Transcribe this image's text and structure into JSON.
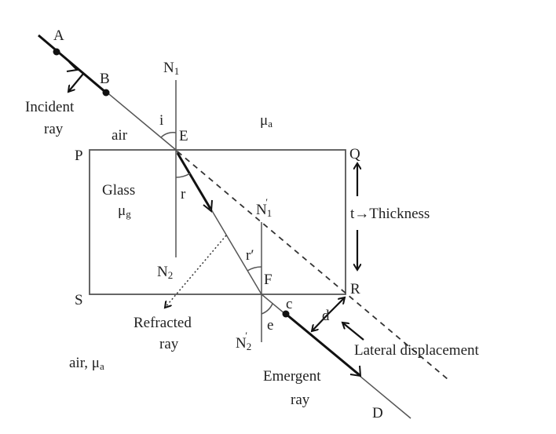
{
  "labels": {
    "A": "A",
    "B": "B",
    "N1": "N",
    "N1_sub": "1",
    "incident_ray": [
      "Incident",
      "ray"
    ],
    "i": "i",
    "air": "air",
    "E": "E",
    "mu_a": "μ",
    "mu_a_sub": "a",
    "P": "P",
    "Q": "Q",
    "R": "R",
    "S": "S",
    "glass": "Glass",
    "mu_g": "μ",
    "mu_g_sub": "g",
    "r": "r",
    "N1_prime": "N",
    "N1_prime_sub": "1",
    "prime": "′",
    "thickness": "t→Thickness",
    "r_prime": "r′",
    "N2": "N",
    "N2_sub": "2",
    "F": "F",
    "refracted_ray": [
      "Refracted",
      "ray"
    ],
    "N2_prime": "N",
    "N2_prime_sub": "2",
    "e": "e",
    "c": "c",
    "d": "d",
    "lateral_displacement": "Lateral displacement",
    "air_bottom": "air, μ",
    "air_bottom_sub": "a",
    "emergent_ray": [
      "Emergent",
      "ray"
    ],
    "D": "D"
  },
  "colors": {
    "line": "#555555",
    "ink": "#111111"
  }
}
